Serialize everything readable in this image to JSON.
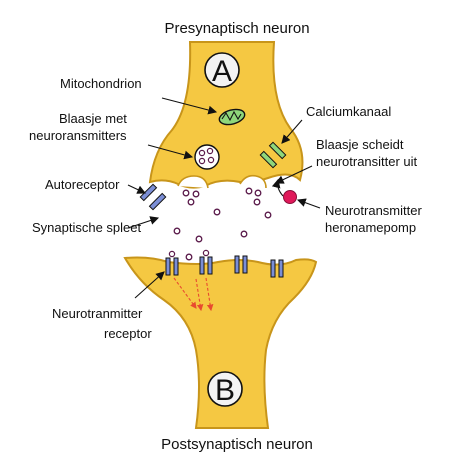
{
  "titles": {
    "top": "Presynaptisch neuron",
    "bottom": "Postsynaptisch neuron"
  },
  "neurons": {
    "a": "A",
    "b": "B"
  },
  "labels": {
    "mitochondrion": "Mitochondrion",
    "vesicle_line1": "Blaasje met",
    "vesicle_line2": "neuroransmitters",
    "autoreceptor": "Autoreceptor",
    "cleft": "Synaptische spleet",
    "receptor_line1": "Neurotranmitter",
    "receptor_line2": "receptor",
    "calcium": "Calciumkanaal",
    "release_line1": "Blaasje scheidt",
    "release_line2": "neurotransitter uit",
    "reuptake_line1": "Neurotransmitter",
    "reuptake_line2": "heronamepomp"
  },
  "colors": {
    "neuron_fill": "#f5c842",
    "neuron_stroke": "#c8951a",
    "receptor": "#7b8ed6",
    "calcium_channel": "#8fd67b",
    "pump": "#e0195a",
    "signal_arrow": "#e84a2f"
  }
}
